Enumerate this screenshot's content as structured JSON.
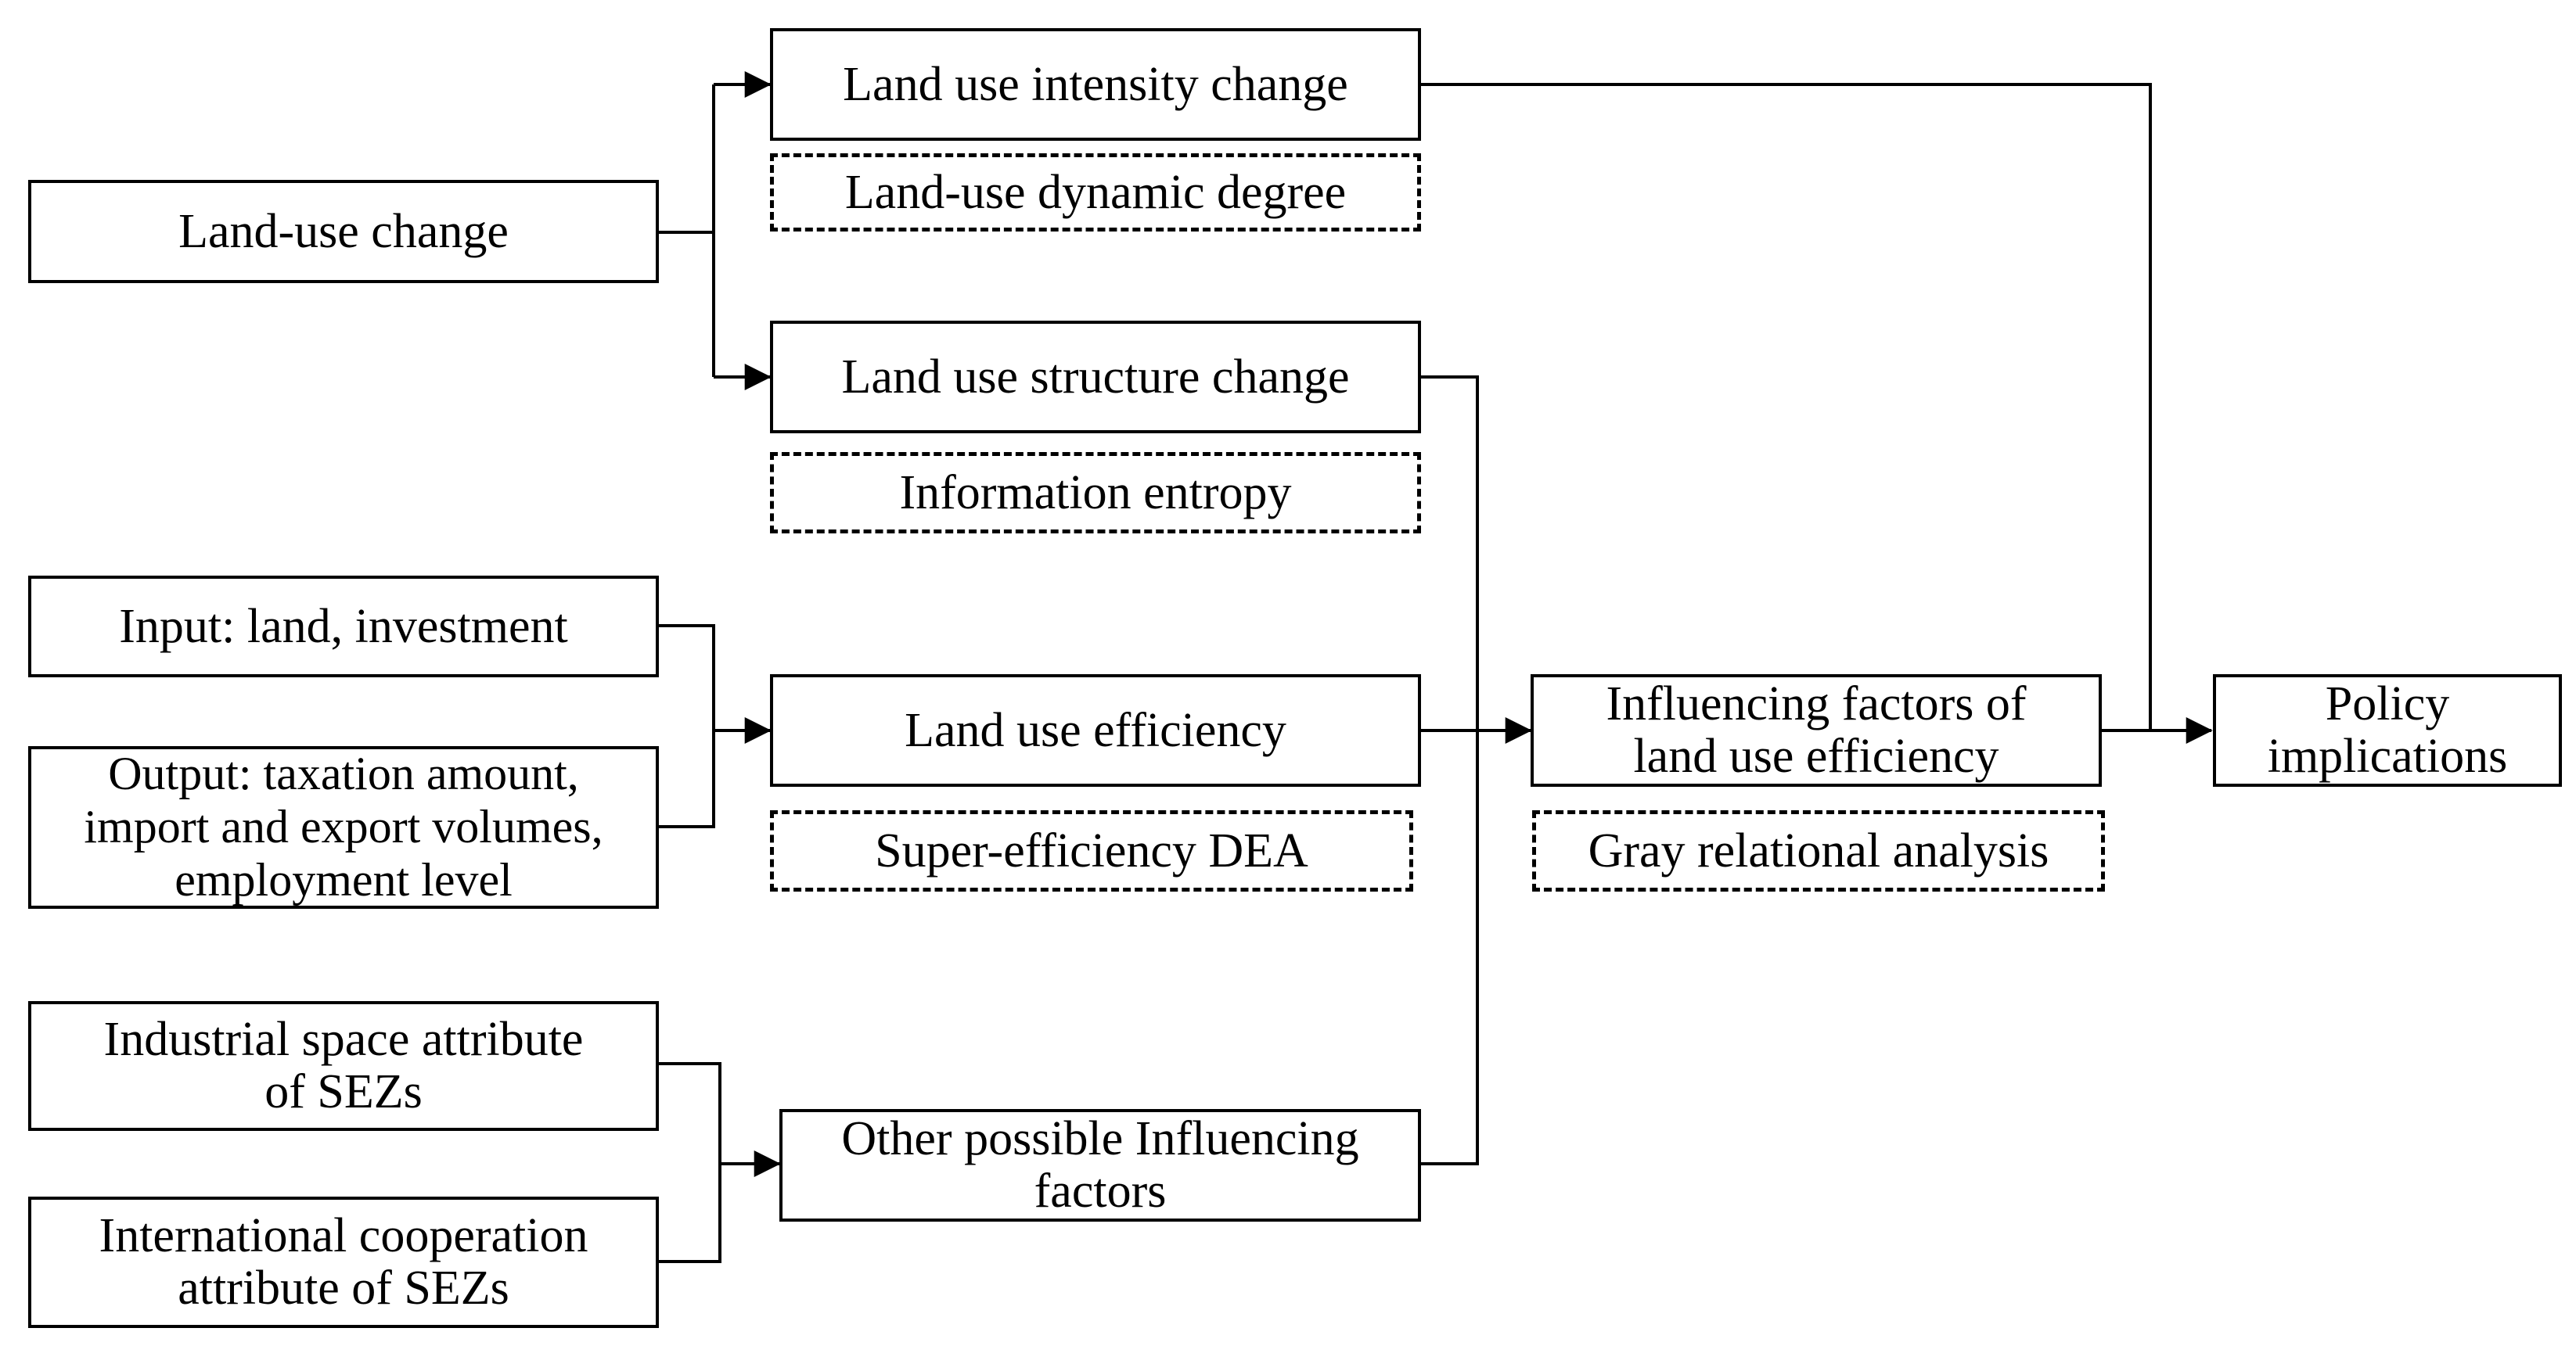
{
  "diagram": {
    "nodes": {
      "land_use_change": "Land-use change",
      "intensity_change": "Land use intensity change",
      "dynamic_degree": "Land-use dynamic degree",
      "structure_change": "Land use structure change",
      "information_entropy": "Information entropy",
      "input": "Input: land, investment",
      "output_line1": "Output: taxation amount,",
      "output_line2": "import and export volumes,",
      "output_line3": "employment level",
      "efficiency": "Land use efficiency",
      "super_dea": "Super-efficiency DEA",
      "industrial_line1": "Industrial space attribute",
      "industrial_line2": "of SEZs",
      "international_line1": "International cooperation",
      "international_line2": "attribute of SEZs",
      "other_line1": "Other possible Influencing",
      "other_line2": "factors",
      "influencing_line1": "Influencing factors of",
      "influencing_line2": "land use efficiency",
      "gray_analysis": "Gray relational analysis",
      "policy_line1": "Policy",
      "policy_line2": "implications"
    },
    "style": {
      "line_color": "#000000",
      "background": "#ffffff"
    }
  }
}
